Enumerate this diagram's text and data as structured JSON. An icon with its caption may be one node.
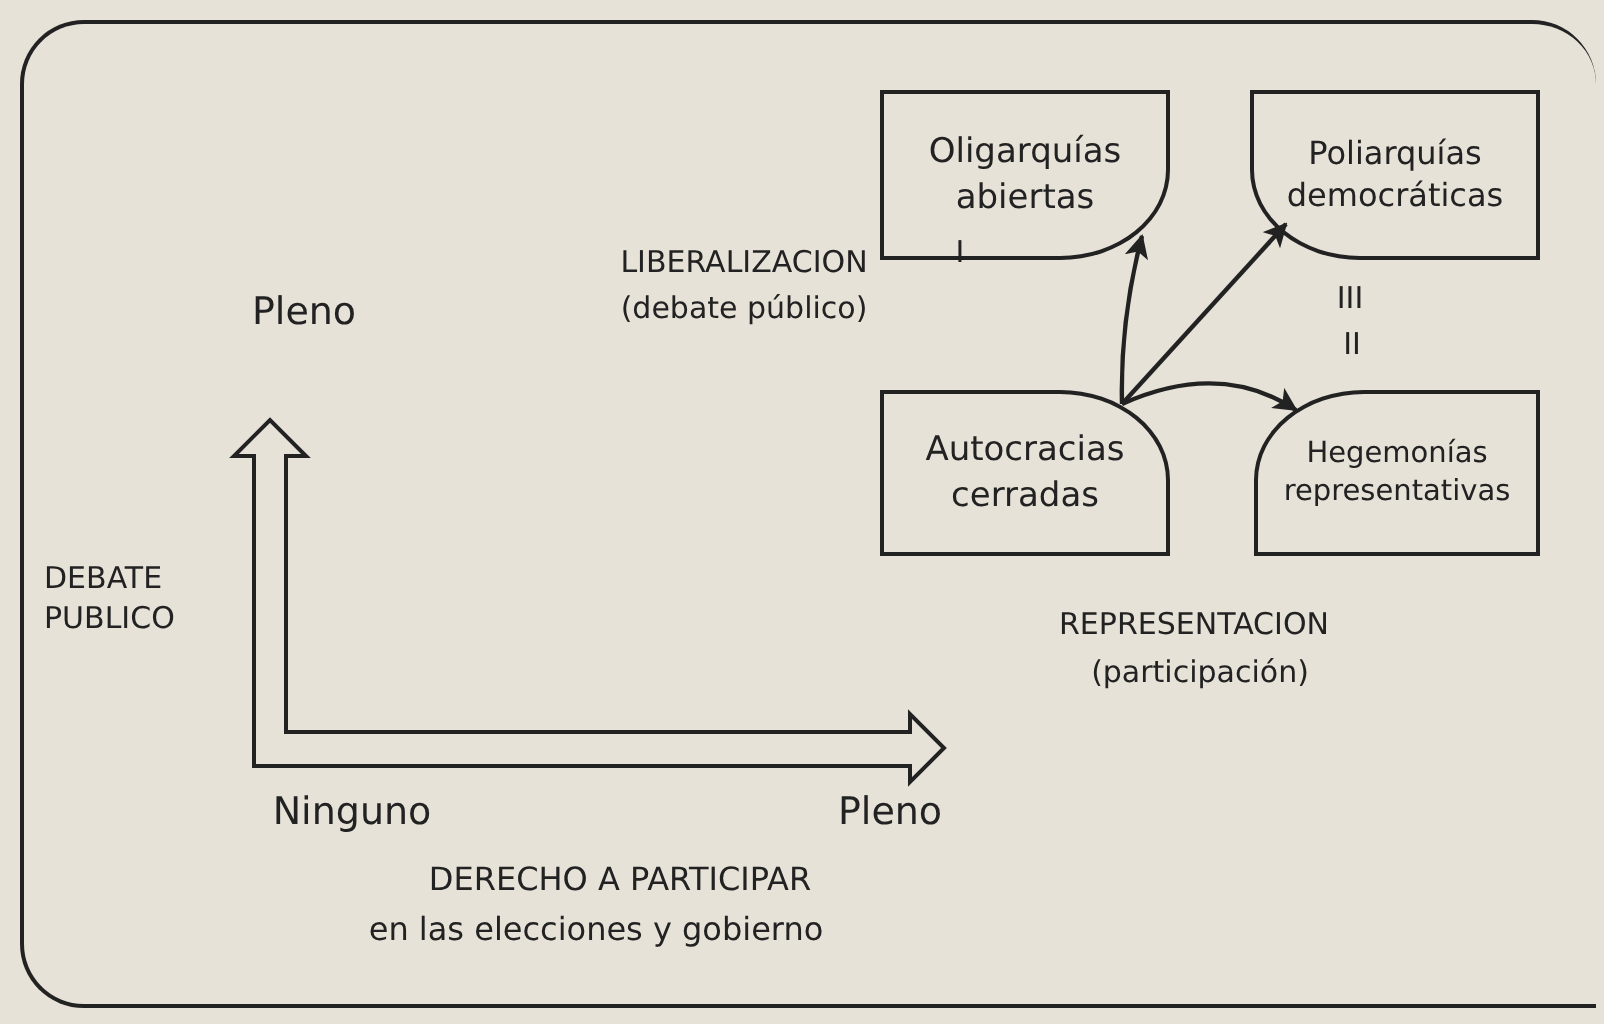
{
  "diagram": {
    "nodes": [
      {
        "text": [
          "Oligarquías abiertas"
        ]
      },
      {
        "text": [
          "Poliarquías democráticas"
        ]
      },
      {
        "text": [
          "Autocracias cerradas"
        ]
      },
      {
        "text": [
          "Hegemonías representativas"
        ]
      }
    ],
    "edges": [
      {
        "from": 2,
        "to": 0,
        "arrow": "to"
      },
      {
        "from": 2,
        "to": 1,
        "arrow": "to"
      },
      {
        "from": 2,
        "to": 3,
        "arrow": "to"
      }
    ],
    "labels": [
      "LIBERALIZACION",
      "(debate público)",
      "I",
      "III",
      "II",
      "REPRESENTACION",
      "(participación)",
      "Pleno",
      "DEBATE PUBLICO",
      "Ninguno",
      "Pleno",
      "DERECHO A PARTICIPAR",
      "en las elecciones y gobierno"
    ]
  }
}
